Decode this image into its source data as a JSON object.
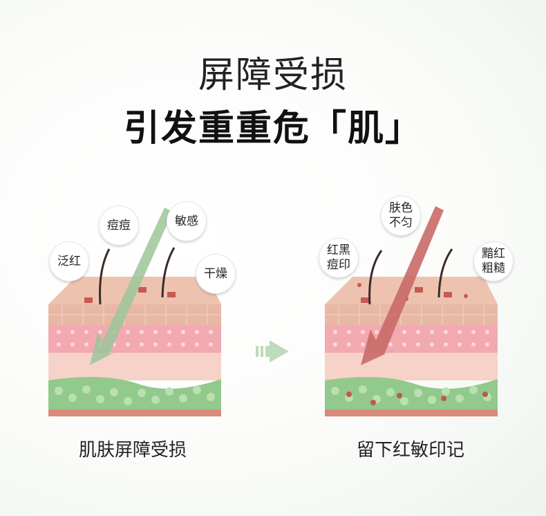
{
  "header": {
    "title_line1": "屏障受损",
    "title_line2": "引发重重危「肌」"
  },
  "left_panel": {
    "caption": "肌肤屏障受损",
    "bubbles": [
      "泛红",
      "痘痘",
      "敏感",
      "干燥"
    ],
    "arrow_color": "#9cc59a"
  },
  "right_panel": {
    "caption": "留下红敏印记",
    "bubbles": [
      [
        "红黑",
        "痘印"
      ],
      [
        "肤色",
        "不匀"
      ],
      [
        "黯红",
        "粗糙"
      ]
    ],
    "arrow_color": "#c96a68"
  },
  "colors": {
    "middle_arrow": "#bcdcbc",
    "skin_pink": "#f3c3c3",
    "fat_green": "#8fcf8f"
  }
}
